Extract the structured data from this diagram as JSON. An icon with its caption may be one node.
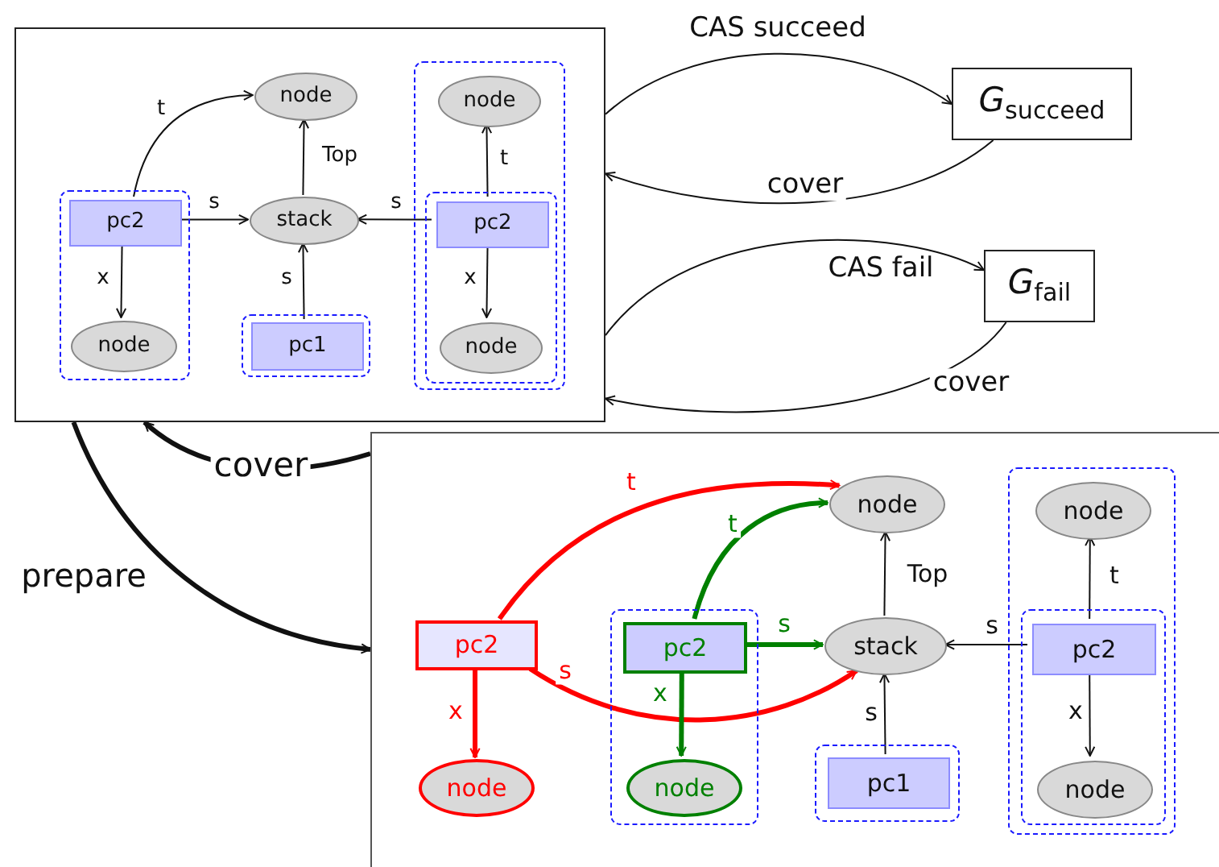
{
  "diagram": {
    "nodes": [
      {
        "text": [],
        "shape": "box"
      },
      {
        "text": [],
        "shape": "box",
        "in": 0
      },
      {
        "text": [
          "pc2"
        ],
        "in": 1
      },
      {
        "text": [
          "node"
        ],
        "in": 1
      },
      {
        "text": [
          "node"
        ],
        "in": 0
      },
      {
        "text": [
          "stack"
        ],
        "in": 0
      },
      {
        "text": [],
        "shape": "box",
        "in": 0
      },
      {
        "text": [
          "pc1"
        ],
        "in": 6
      },
      {
        "text": [],
        "shape": "box",
        "in": 0
      },
      {
        "text": [
          "node"
        ],
        "in": 8
      },
      {
        "text": [],
        "shape": "box",
        "in": 8
      },
      {
        "text": [
          "pc2"
        ],
        "in": 10
      },
      {
        "text": [
          "node"
        ],
        "in": 10
      },
      {
        "text": [
          "*G*$_{succeed}$"
        ]
      },
      {
        "text": [
          "*G*$_{fail}$"
        ]
      },
      {
        "text": [],
        "shape": "box"
      },
      {
        "text": [
          "pc2"
        ],
        "in": 15
      },
      {
        "text": [
          "node"
        ],
        "in": 15
      },
      {
        "text": [],
        "shape": "box",
        "in": 15
      },
      {
        "text": [
          "pc2"
        ],
        "in": 18
      },
      {
        "text": [
          "node"
        ],
        "in": 18
      },
      {
        "text": [
          "node"
        ],
        "in": 15
      },
      {
        "text": [
          "stack"
        ],
        "in": 15
      },
      {
        "text": [],
        "shape": "box",
        "in": 15
      },
      {
        "text": [
          "pc1"
        ],
        "in": 23
      },
      {
        "text": [],
        "shape": "box",
        "in": 15
      },
      {
        "text": [
          "node"
        ],
        "in": 25
      },
      {
        "text": [],
        "shape": "box",
        "in": 25
      },
      {
        "text": [
          "pc2"
        ],
        "in": 27
      },
      {
        "text": [
          "node"
        ],
        "in": 27
      }
    ],
    "edges": [
      {
        "from": 2,
        "to": 4,
        "arrow": "to",
        "label": "t"
      },
      {
        "from": 2,
        "to": 5,
        "arrow": "to",
        "label": "s"
      },
      {
        "from": 2,
        "to": 3,
        "arrow": "to",
        "label": "x"
      },
      {
        "from": 5,
        "to": 4,
        "arrow": "to",
        "label": "Top"
      },
      {
        "from": 7,
        "to": 5,
        "arrow": "to",
        "label": "s"
      },
      {
        "from": 11,
        "to": 5,
        "arrow": "to",
        "label": "s"
      },
      {
        "from": 11,
        "to": 9,
        "arrow": "to",
        "label": "t"
      },
      {
        "from": 11,
        "to": 12,
        "arrow": "to",
        "label": "x"
      },
      {
        "from": 0,
        "to": 13,
        "arrow": "to",
        "label": "CAS succeed"
      },
      {
        "from": 13,
        "to": 0,
        "arrow": "to",
        "label": "cover"
      },
      {
        "from": 0,
        "to": 14,
        "arrow": "to",
        "label": "CAS fail"
      },
      {
        "from": 14,
        "to": 0,
        "arrow": "to",
        "label": "cover"
      },
      {
        "from": 15,
        "to": 0,
        "arrow": "to",
        "label": "cover",
        "style": "thick"
      },
      {
        "from": 0,
        "to": 15,
        "arrow": "to",
        "label": "prepare",
        "style": "thick"
      },
      {
        "from": 16,
        "to": 21,
        "arrow": "to",
        "label": "t",
        "style": "thick",
        "color": "#ff0000"
      },
      {
        "from": 16,
        "to": 22,
        "arrow": "to",
        "label": "s",
        "style": "thick",
        "color": "#ff0000"
      },
      {
        "from": 16,
        "to": 17,
        "arrow": "to",
        "label": "x",
        "style": "thick",
        "color": "#ff0000"
      },
      {
        "from": 19,
        "to": 21,
        "arrow": "to",
        "label": "t",
        "style": "thick",
        "color": "#008000"
      },
      {
        "from": 19,
        "to": 22,
        "arrow": "to",
        "label": "s",
        "style": "thick",
        "color": "#008000"
      },
      {
        "from": 19,
        "to": 20,
        "arrow": "to",
        "label": "x",
        "style": "thick",
        "color": "#008000"
      },
      {
        "from": 22,
        "to": 21,
        "arrow": "to",
        "label": "Top"
      },
      {
        "from": 24,
        "to": 22,
        "arrow": "to",
        "label": "s"
      },
      {
        "from": 28,
        "to": 22,
        "arrow": "to",
        "label": "s"
      },
      {
        "from": 28,
        "to": 26,
        "arrow": "to",
        "label": "t"
      },
      {
        "from": 28,
        "to": 29,
        "arrow": "to",
        "label": "x"
      }
    ]
  }
}
